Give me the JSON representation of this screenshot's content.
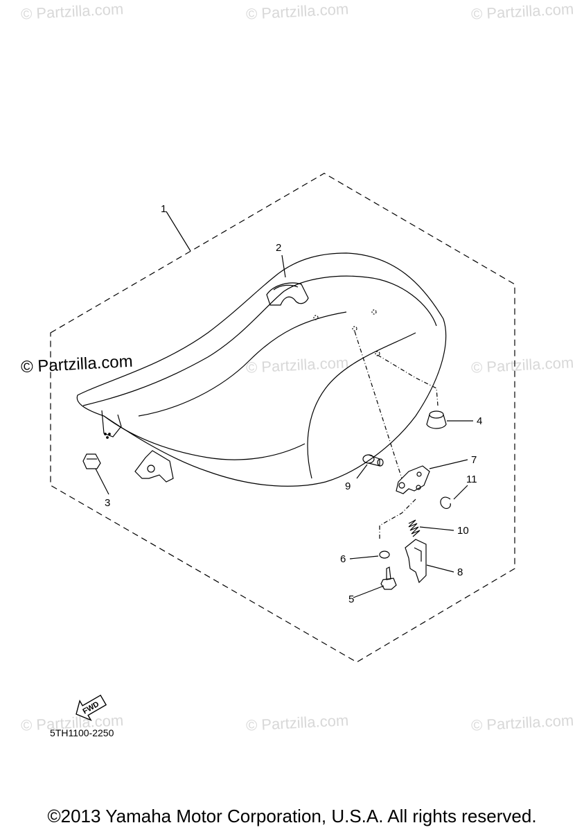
{
  "watermark": "© Partzilla.com",
  "diagram_code": "5TH1100-2250",
  "fwd_label": "FWD",
  "copyright": "©2013 Yamaha Motor Corporation, U.S.A. All rights reserved.",
  "callouts": {
    "c1": "1",
    "c2": "2",
    "c3": "3",
    "c4": "4",
    "c5": "5",
    "c6": "6",
    "c7": "7",
    "c8": "8",
    "c9": "9",
    "c10": "10",
    "c11": "11"
  }
}
